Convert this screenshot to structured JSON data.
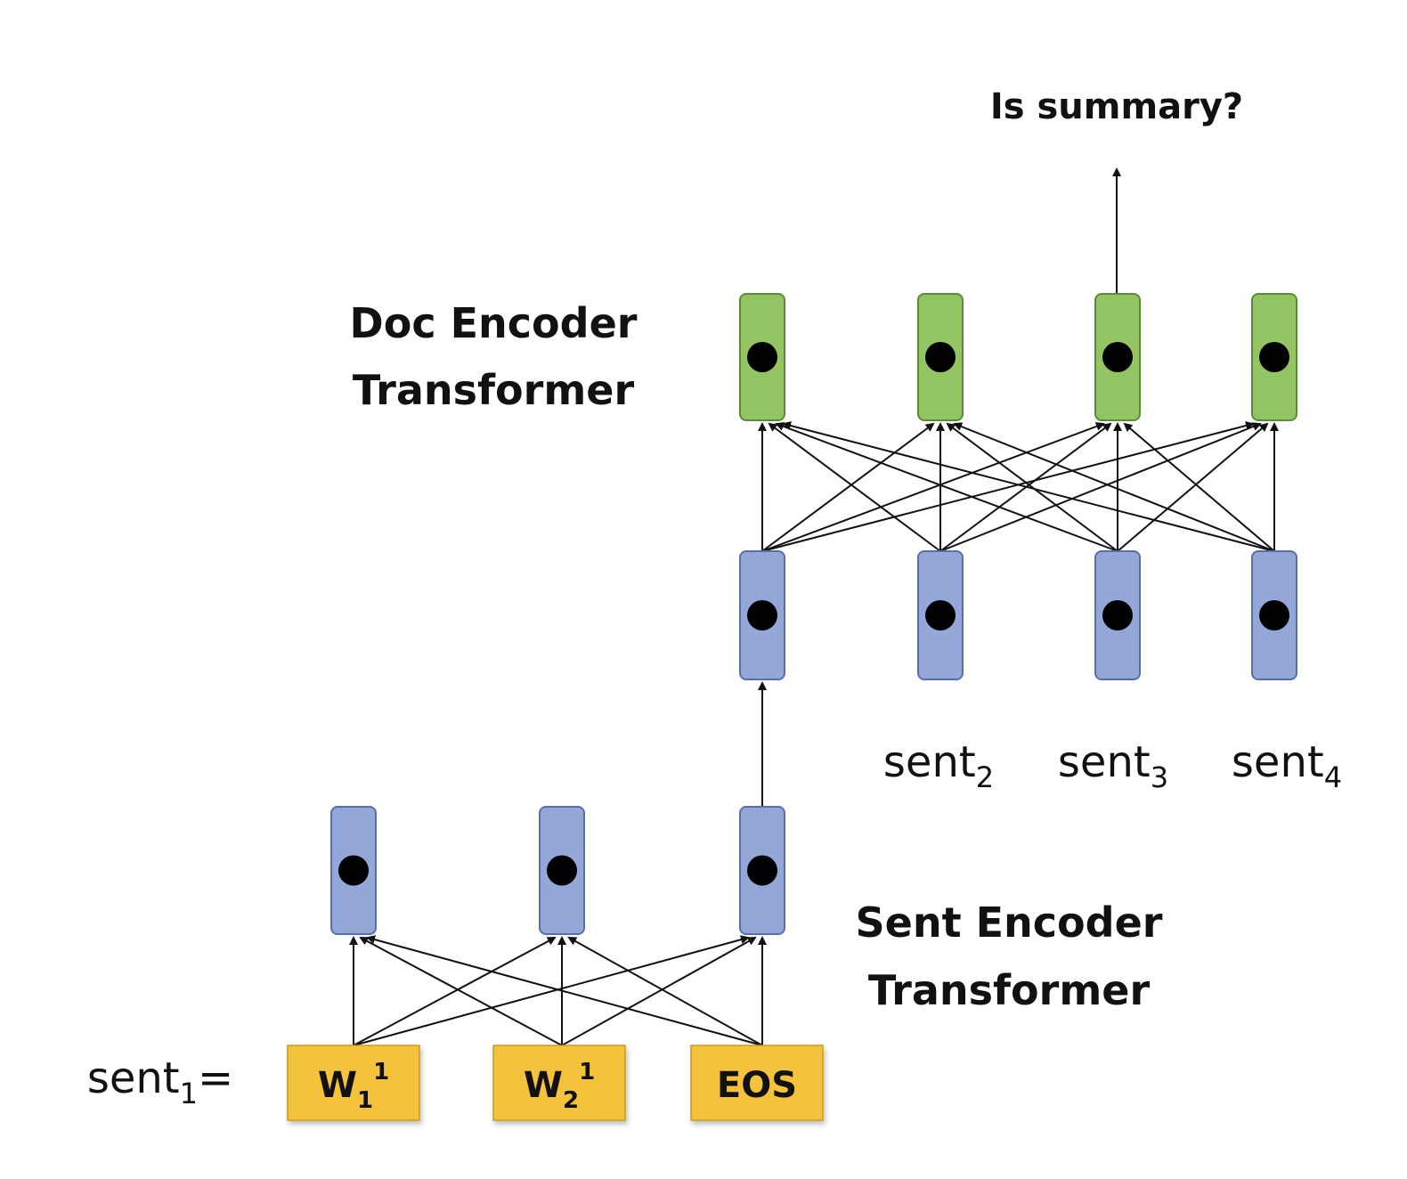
{
  "labels": {
    "is_summary": "Is summary?",
    "doc_encoder_line1": "Doc Encoder",
    "doc_encoder_line2": "Transformer",
    "sent_encoder_line1": "Sent Encoder",
    "sent_encoder_line2": "Transformer"
  },
  "sentence_labels": [
    {
      "base": "sent",
      "sub": "2"
    },
    {
      "base": "sent",
      "sub": "3"
    },
    {
      "base": "sent",
      "sub": "4"
    }
  ],
  "sent1_label": {
    "base": "sent",
    "sub": "1",
    "suffix": "="
  },
  "words": [
    {
      "base": "W",
      "sub": "1",
      "sup": "1"
    },
    {
      "base": "W",
      "sub": "2",
      "sup": "1"
    },
    {
      "base": "EOS",
      "sub": "",
      "sup": ""
    }
  ],
  "colors": {
    "green_fill": "#93c462",
    "green_stroke": "#5b8a3a",
    "blue_fill": "#94a7d9",
    "blue_stroke": "#5a6ea8",
    "yellow_fill": "#f5c33b",
    "yellow_stroke": "#c99a1e",
    "line": "#111111"
  }
}
